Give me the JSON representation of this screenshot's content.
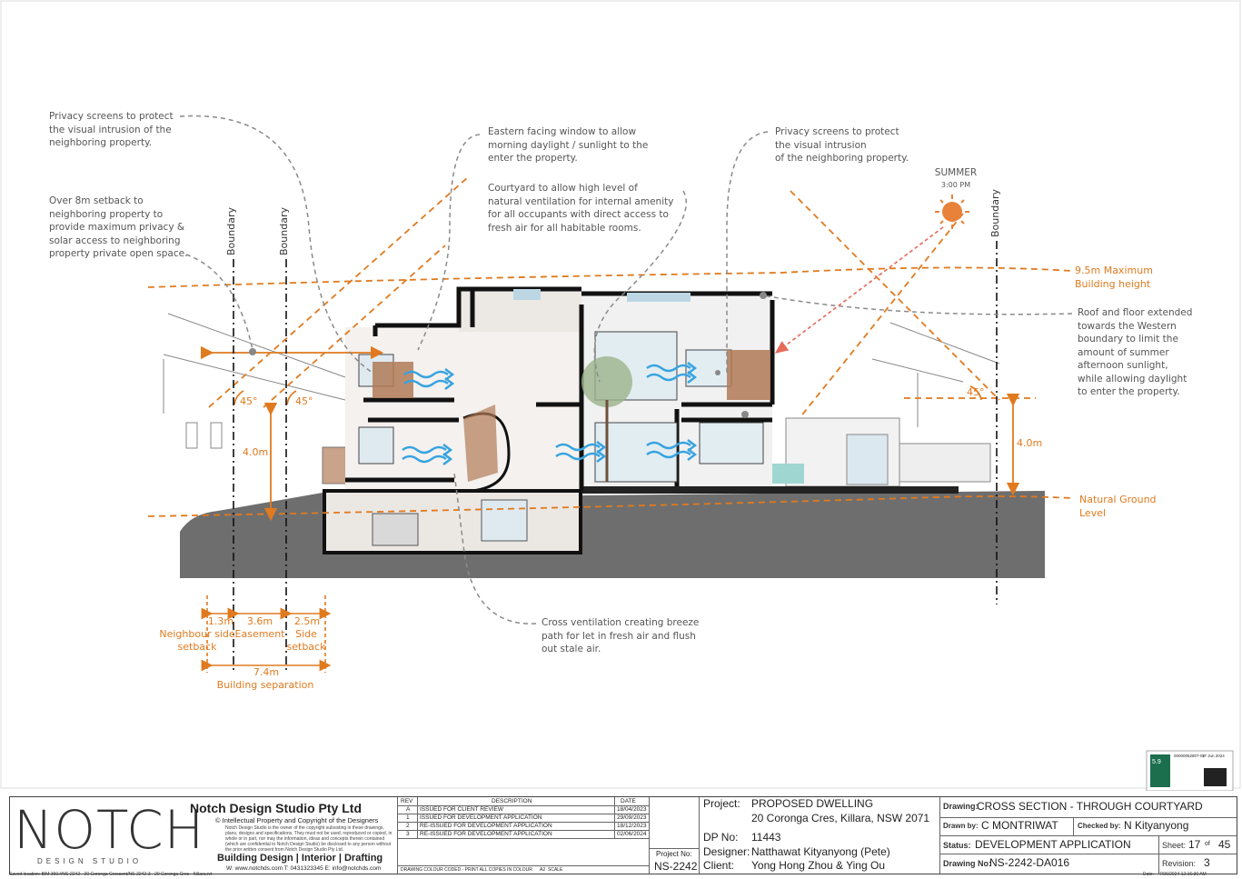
{
  "notes": {
    "privacy_left": "Privacy screens to protect\nthe visual intrusion of the\nneighboring property.",
    "setback": "Over 8m setback to\nneighboring property to\nprovide maximum privacy &\nsolar access to neighboring\nproperty private open space.",
    "eastern_window": "Eastern facing window to allow\nmorning daylight / sunlight to the\nenter the property.",
    "courtyard": "Courtyard to allow high level of\nnatural ventilation for internal amenity\nfor all occupants with direct access to\nfresh air for all habitable rooms.",
    "privacy_right": "Privacy screens to protect\nthe visual intrusion\nof the neighboring property.",
    "roof_floor": "Roof and floor extended\ntowards the Western\nboundary to limit the\namount of summer\nafternoon sunlight,\nwhile allowing daylight\nto enter the property.",
    "cross_vent": "Cross ventilation creating breeze\npath for let in fresh air and flush\nout stale air."
  },
  "sun": {
    "title": "SUMMER",
    "time": "3:00 PM"
  },
  "labels": {
    "boundary": "Boundary",
    "max_height": "9.5m Maximum\nBuilding height",
    "ngl": "Natural Ground\nLevel",
    "angle": "45°",
    "h_left": "4.0m",
    "h_right": "4.0m",
    "dim_1": "1.3m",
    "dim_2": "3.6m",
    "dim_3": "2.5m",
    "neighbour_setback": "Neighbour side\nsetback",
    "easement": "Easement",
    "side_setback": "Side\nsetback",
    "separation_dim": "7.4m",
    "separation": "Building separation"
  },
  "colors": {
    "orange": "#e07a1f",
    "arrow_blue": "#36a3e0",
    "ground": "#6e6e6e",
    "wall": "#111111"
  },
  "title_block": {
    "logo": "NOTCH",
    "logo_sub": "DESIGN STUDIO",
    "company": "Notch Design Studio Pty Ltd",
    "copyright": "© Intellectual Property and Copyright of the Designers",
    "legal": "Notch Design Studio is the owner of the copyright subsisting in these drawings, plans, designs and specifications. They must not be used, reproduced or copied, in whole or in part, nor may the information, ideas and concepts therein contained (which are confidential to Notch Design Studio) be disclosed to any person without the prior written consent from Notch Design Studio Pty Ltd.",
    "services": "Building Design | Interior | Drafting",
    "contact": "W: www.notchds.com  T: 0431323345  E: info@notchds.com",
    "rev_headers": [
      "REV",
      "DESCRIPTION",
      "DATE"
    ],
    "revisions": [
      {
        "rev": "A",
        "desc": "ISSUED FOR CLIENT REVIEW",
        "date": "18/04/2023"
      },
      {
        "rev": "1",
        "desc": "ISSUED FOR DEVELOPMENT APPLICATION",
        "date": "29/09/2023"
      },
      {
        "rev": "2",
        "desc": "RE-ISSUED FOR DEVELOPMENT APPLICATION",
        "date": "18/12/2023"
      },
      {
        "rev": "3",
        "desc": "RE-ISSUED FOR DEVELOPMENT APPLICATION",
        "date": "02/06/2024"
      }
    ],
    "colour_note": "DRAWING COLOUR CODED - PRINT ALL COPIES IN COLOUR",
    "paper": "A2",
    "scale_label": "SCALE",
    "project_no_label": "Project No:",
    "project_no": "NS-2242",
    "project_label": "Project:",
    "project": "PROPOSED DWELLING",
    "address": "20 Coronga Cres, Killara, NSW 2071",
    "dp_label": "DP No:",
    "dp": "11443",
    "designer_label": "Designer:",
    "designer": "Natthawat Kityanyong (Pete)",
    "client_label": "Client:",
    "client": "Yong Hong Zhou & Ying Ou",
    "drawing_label": "Drawing:",
    "drawing": "CROSS SECTION - THROUGH COURTYARD",
    "drawn_label": "Drawn by:",
    "drawn": "C MONTRIWAT",
    "checked_label": "Checked by:",
    "checked": "N Kityanyong",
    "status_label": "Status:",
    "status": "DEVELOPMENT APPLICATION",
    "sheet_label": "Sheet:",
    "sheet": "17",
    "sheet_of": "of",
    "sheet_total": "45",
    "drawing_no_label": "Drawing No:",
    "drawing_no": "NS-2242-DA016",
    "revision_label": "Revision:",
    "revision": "3"
  },
  "basix": {
    "cert": "00000052807-02",
    "date": "17 Jun 2024",
    "stars": "5.9"
  },
  "footer": {
    "saved": "Saved location:  BIM 360://NS-2242 - 20 Coronga Crescent/NS-2242-3 - 20 Coronga Cres - Killara.rvt",
    "date_label": "Date:",
    "date": "7/06/2024 12:16:30 AM"
  }
}
